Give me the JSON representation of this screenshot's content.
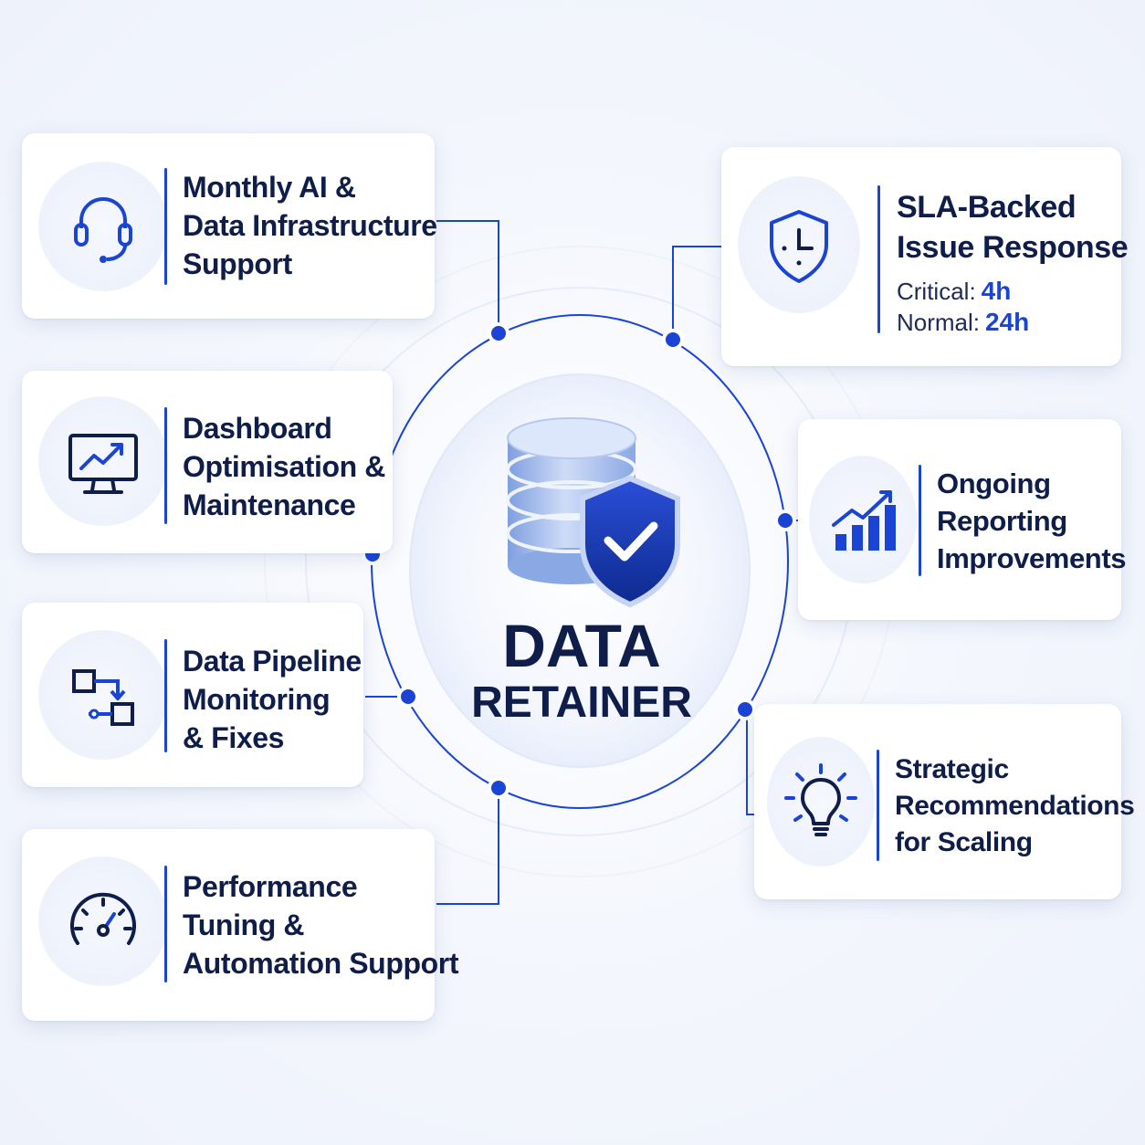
{
  "center": {
    "title_line1": "DATA",
    "title_line2": "RETAINER"
  },
  "services": {
    "monthly_support": [
      "Monthly AI &",
      "Data Infrastructure",
      "Support"
    ],
    "dashboard": [
      "Dashboard",
      "Optimisation &",
      "Maintenance"
    ],
    "pipeline": [
      "Data Pipeline",
      "Monitoring",
      "& Fixes"
    ],
    "performance": [
      "Performance",
      "Tuning &",
      "Automation Support"
    ],
    "reporting": [
      "Ongoing",
      "Reporting",
      "Improvements"
    ],
    "strategic": [
      "Strategic",
      "Recommendations",
      "for Scaling"
    ]
  },
  "sla": {
    "title": [
      "SLA-Backed",
      "Issue Response"
    ],
    "critical_label": "Critical:",
    "critical_value": "4h",
    "normal_label": "Normal:",
    "normal_value": "24h"
  },
  "icons": {
    "monthly_support": "headset-icon",
    "dashboard": "monitor-chart-icon",
    "pipeline": "pipeline-flow-icon",
    "performance": "speedometer-icon",
    "sla": "shield-clock-icon",
    "reporting": "bar-chart-trend-icon",
    "strategic": "lightbulb-icon",
    "center": "database-shield-icon"
  },
  "colors": {
    "accent": "#1a44d4",
    "text": "#0f1d4a"
  }
}
